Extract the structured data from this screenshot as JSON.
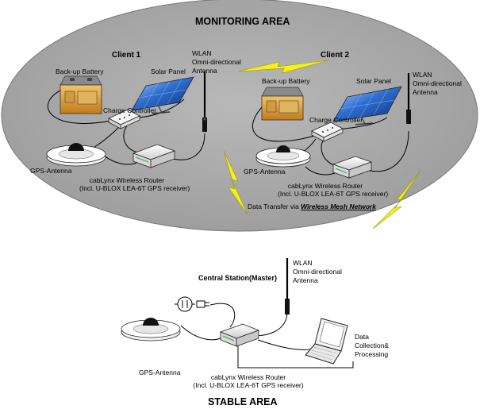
{
  "monitoring_area": {
    "title": "MONITORING AREA",
    "client1": {
      "label": "Client 1",
      "battery": "Back-up Battery",
      "solar": "Solar Panel",
      "charge": "Charge Controller",
      "wlan": [
        "WLAN",
        "Omni-directional",
        "Antenna"
      ],
      "gps": "GPS-Antenna",
      "router": [
        "cabLynx Wireless Router",
        "(Incl. U-BLOX LEA-6T GPS receiver)"
      ]
    },
    "client2": {
      "label": "Client 2",
      "battery": "Back-up Battery",
      "solar": "Solar Panel",
      "charge": "Charge Controller",
      "wlan": [
        "WLAN",
        "Omni-directional",
        "Antenna"
      ],
      "gps": "GPS-Antenna",
      "router": [
        "cabLynx Wireless Router",
        "(Incl. U-BLOX LEA-6T GPS receiver)"
      ]
    },
    "data_transfer_prefix": "Data Transfer via ",
    "data_transfer_link": "Wireless Mesh Network"
  },
  "central_station": {
    "label": "Central Station(Master)",
    "wlan": [
      "WLAN",
      "Omni-directional",
      "Antenna"
    ],
    "gps": "GPS-Antenna",
    "router": [
      "cabLynx Wireless Router",
      "(Incl. U-BLOX LEA-6T GPS receiver)"
    ],
    "data": [
      "Data",
      "Collection&",
      "Processing"
    ]
  },
  "stable_area": {
    "title": "STABLE AREA"
  },
  "colors": {
    "ellipse": "#aaaaaa",
    "lightning": "#f2f21a",
    "battery": "#e8a33a",
    "solar": "#2f6fd1"
  }
}
